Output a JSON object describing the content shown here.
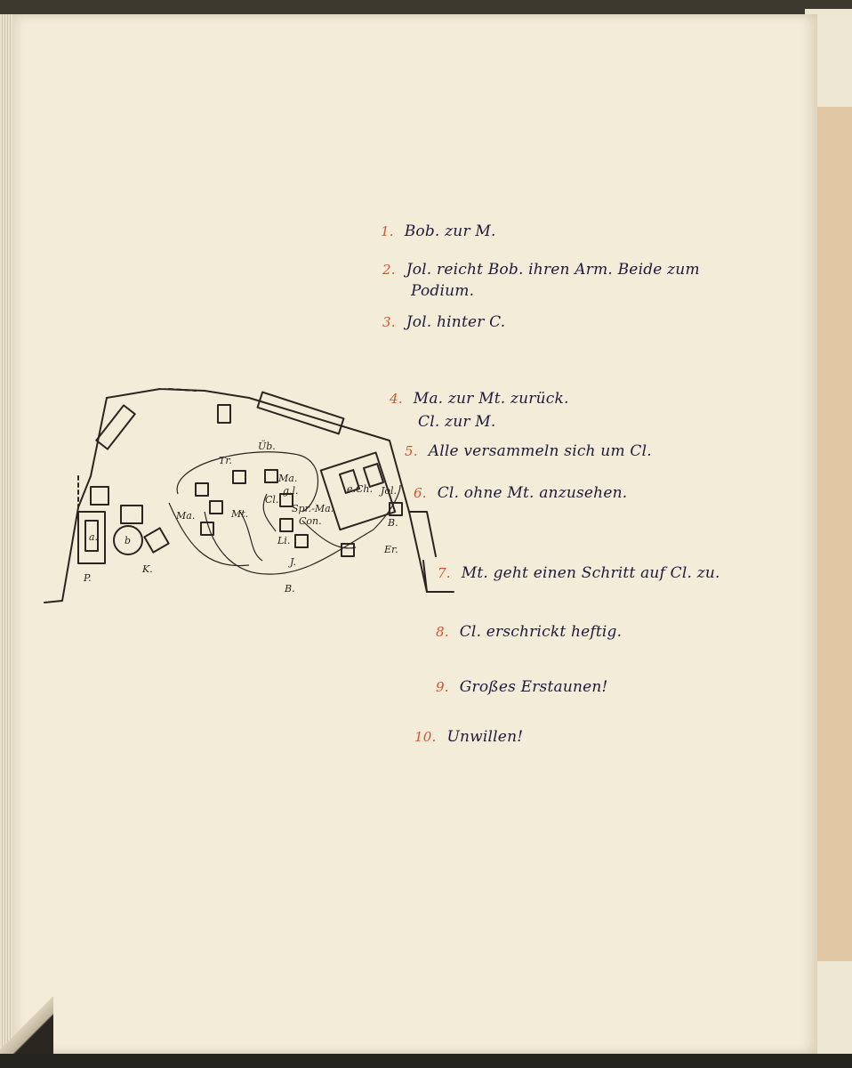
{
  "notes": [
    {
      "num": "1.",
      "text": "Bob. zur M."
    },
    {
      "num": "2.",
      "text": "Jol. reicht Bob. ihren Arm. Beide zum",
      "text2": "Podium."
    },
    {
      "num": "3.",
      "text": "Jol. hinter C."
    },
    {
      "num": "4.",
      "text": "Ma. zur Mt. zurück.",
      "text2": "Cl. zur M."
    },
    {
      "num": "5.",
      "text": "Alle versammeln sich um Cl."
    },
    {
      "num": "6.",
      "text": "Cl. ohne Mt. anzusehen."
    },
    {
      "num": "7.",
      "text": "Mt. geht einen Schritt auf Cl. zu."
    },
    {
      "num": "8.",
      "text": "Cl. erschrickt heftig."
    },
    {
      "num": "9.",
      "text": "Großes Erstaunen!"
    },
    {
      "num": "10.",
      "text": "Unwillen!"
    }
  ],
  "plan": {
    "labels": {
      "tr": "Tr.",
      "ub": "Üb.",
      "ma_top": "Ma.",
      "gl": "g.l.",
      "cl": "Cl.",
      "spr_ma": "Spr.-Ma.",
      "con": "Con.",
      "li": "Li.",
      "j": "J.",
      "b_bottom": "B.",
      "ma_left": "Ma.",
      "mt": "Mt.",
      "p": "P.",
      "k": "K.",
      "a": "a.",
      "b_round": "b",
      "e_ch": "e.Ch.",
      "jol": "Jol.",
      "b_right": "B.",
      "er": "Er."
    }
  }
}
